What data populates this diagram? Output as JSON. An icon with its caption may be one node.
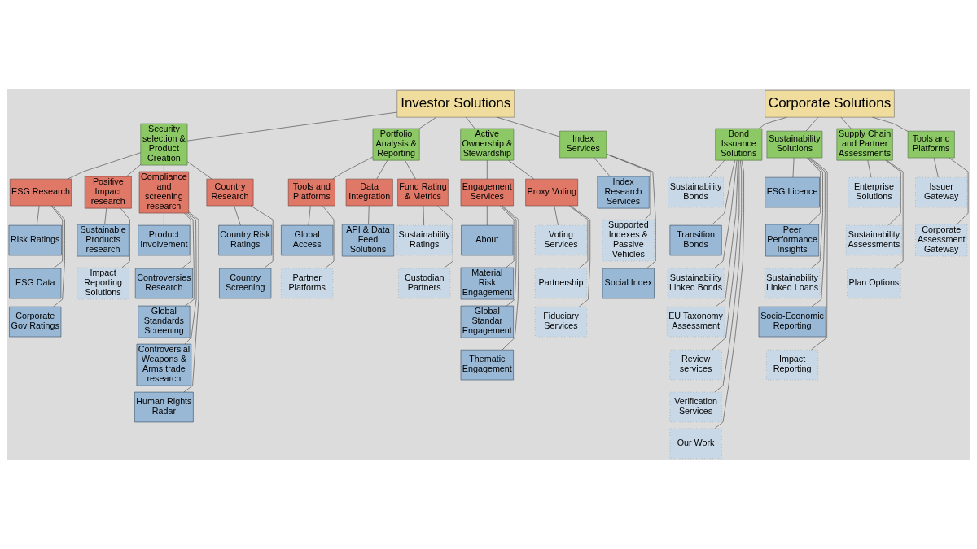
{
  "diagram": {
    "nodes": [
      {
        "text": [
          "Investor Solutions"
        ]
      },
      {
        "text": [
          "Security selection & Product Creation"
        ]
      },
      {
        "text": [
          "ESG Research"
        ]
      },
      {
        "text": [
          "Risk Ratings"
        ]
      },
      {
        "text": [
          "ESG Data"
        ]
      },
      {
        "text": [
          "Corporate Gov Ratings"
        ]
      },
      {
        "text": [
          "Positive Impact research"
        ]
      },
      {
        "text": [
          "Sustainable Products research"
        ]
      },
      {
        "text": [
          "Impact Reporting Solutions"
        ]
      },
      {
        "text": [
          "Compliance and screening research"
        ]
      },
      {
        "text": [
          "Product Involvement"
        ]
      },
      {
        "text": [
          "Controversies Research"
        ]
      },
      {
        "text": [
          "Global Standards Screening"
        ]
      },
      {
        "text": [
          "Controversial Weapons & Arms trade research"
        ]
      },
      {
        "text": [
          "Human Rights Radar"
        ]
      },
      {
        "text": [
          "Country Research"
        ]
      },
      {
        "text": [
          "Country Risk Ratings"
        ]
      },
      {
        "text": [
          "Country Screening"
        ]
      },
      {
        "text": [
          "Portfolio Analysis & Reporting"
        ]
      },
      {
        "text": [
          "Tools and Platforms"
        ]
      },
      {
        "text": [
          "Global Access"
        ]
      },
      {
        "text": [
          "Partner Platforms"
        ]
      },
      {
        "text": [
          "Data Integration"
        ]
      },
      {
        "text": [
          "API & Data Feed Solutions"
        ]
      },
      {
        "text": [
          "Fund Rating & Metrics"
        ]
      },
      {
        "text": [
          "Sustainability Ratings"
        ]
      },
      {
        "text": [
          "Custodian Partners"
        ]
      },
      {
        "text": [
          "Active Ownership & Stewardship"
        ]
      },
      {
        "text": [
          "Engagement Services"
        ]
      },
      {
        "text": [
          "About"
        ]
      },
      {
        "text": [
          "Material Risk Engagement"
        ]
      },
      {
        "text": [
          "Global Standar Engagement"
        ]
      },
      {
        "text": [
          "Thematic Engagement"
        ]
      },
      {
        "text": [
          "Proxy Voting"
        ]
      },
      {
        "text": [
          "Voting Services"
        ]
      },
      {
        "text": [
          "Partnership"
        ]
      },
      {
        "text": [
          "Fiduciary Services"
        ]
      },
      {
        "text": [
          "Index Services"
        ]
      },
      {
        "text": [
          "Index Research Services"
        ]
      },
      {
        "text": [
          "Supported Indexes & Passive Vehicles"
        ]
      },
      {
        "text": [
          "Social Index"
        ]
      },
      {
        "text": [
          "Corporate Solutions"
        ]
      },
      {
        "text": [
          "Bond Issuance Solutions"
        ]
      },
      {
        "text": [
          "Sustainability Bonds"
        ]
      },
      {
        "text": [
          "Transition Bonds"
        ]
      },
      {
        "text": [
          "Sustainability Linked Bonds"
        ]
      },
      {
        "text": [
          "EU Taxonomy Assessment"
        ]
      },
      {
        "text": [
          "Review services"
        ]
      },
      {
        "text": [
          "Verification Services"
        ]
      },
      {
        "text": [
          "Our Work"
        ]
      },
      {
        "text": [
          "Sustainability Solutions"
        ]
      },
      {
        "text": [
          "ESG Licence"
        ]
      },
      {
        "text": [
          "Peer Performance Insights"
        ]
      },
      {
        "text": [
          "Sustainability Linked Loans"
        ]
      },
      {
        "text": [
          "Socio-Economic Reporting"
        ]
      },
      {
        "text": [
          "Impact Reporting"
        ]
      },
      {
        "text": [
          "Supply Chain and Partner Assessments"
        ]
      },
      {
        "text": [
          "Enterprise Solutions"
        ]
      },
      {
        "text": [
          "Sustainability Assessments"
        ]
      },
      {
        "text": [
          "Plan Options"
        ]
      },
      {
        "text": [
          "Tools and Platforms"
        ]
      },
      {
        "text": [
          "Issuer Gateway"
        ]
      },
      {
        "text": [
          "Corporate Assessment Gateway"
        ]
      }
    ],
    "edges": [
      {
        "from": 0,
        "to": 1,
        "arrow": "none"
      },
      {
        "from": 1,
        "to": 2,
        "arrow": "none"
      },
      {
        "from": 2,
        "to": 3,
        "arrow": "none"
      },
      {
        "from": 2,
        "to": 4,
        "arrow": "none"
      },
      {
        "from": 2,
        "to": 5,
        "arrow": "none"
      },
      {
        "from": 1,
        "to": 6,
        "arrow": "none"
      },
      {
        "from": 6,
        "to": 7,
        "arrow": "none"
      },
      {
        "from": 6,
        "to": 8,
        "arrow": "none"
      },
      {
        "from": 1,
        "to": 9,
        "arrow": "none"
      },
      {
        "from": 9,
        "to": 10,
        "arrow": "none"
      },
      {
        "from": 9,
        "to": 11,
        "arrow": "none"
      },
      {
        "from": 9,
        "to": 12,
        "arrow": "none"
      },
      {
        "from": 9,
        "to": 13,
        "arrow": "none"
      },
      {
        "from": 9,
        "to": 14,
        "arrow": "none"
      },
      {
        "from": 1,
        "to": 15,
        "arrow": "none"
      },
      {
        "from": 15,
        "to": 16,
        "arrow": "none"
      },
      {
        "from": 15,
        "to": 17,
        "arrow": "none"
      },
      {
        "from": 0,
        "to": 18,
        "arrow": "none"
      },
      {
        "from": 18,
        "to": 19,
        "arrow": "none"
      },
      {
        "from": 19,
        "to": 20,
        "arrow": "none"
      },
      {
        "from": 19,
        "to": 21,
        "arrow": "none"
      },
      {
        "from": 18,
        "to": 22,
        "arrow": "none"
      },
      {
        "from": 22,
        "to": 23,
        "arrow": "none"
      },
      {
        "from": 18,
        "to": 24,
        "arrow": "none"
      },
      {
        "from": 24,
        "to": 25,
        "arrow": "none"
      },
      {
        "from": 24,
        "to": 26,
        "arrow": "none"
      },
      {
        "from": 0,
        "to": 27,
        "arrow": "none"
      },
      {
        "from": 27,
        "to": 28,
        "arrow": "none"
      },
      {
        "from": 28,
        "to": 29,
        "arrow": "none"
      },
      {
        "from": 28,
        "to": 30,
        "arrow": "none"
      },
      {
        "from": 28,
        "to": 31,
        "arrow": "none"
      },
      {
        "from": 28,
        "to": 32,
        "arrow": "none"
      },
      {
        "from": 27,
        "to": 33,
        "arrow": "none"
      },
      {
        "from": 33,
        "to": 34,
        "arrow": "none"
      },
      {
        "from": 33,
        "to": 35,
        "arrow": "none"
      },
      {
        "from": 33,
        "to": 36,
        "arrow": "none"
      },
      {
        "from": 0,
        "to": 37,
        "arrow": "none"
      },
      {
        "from": 37,
        "to": 38,
        "arrow": "none"
      },
      {
        "from": 37,
        "to": 39,
        "arrow": "none"
      },
      {
        "from": 37,
        "to": 40,
        "arrow": "none"
      },
      {
        "from": 41,
        "to": 42,
        "arrow": "none"
      },
      {
        "from": 42,
        "to": 43,
        "arrow": "none"
      },
      {
        "from": 42,
        "to": 44,
        "arrow": "none"
      },
      {
        "from": 42,
        "to": 45,
        "arrow": "none"
      },
      {
        "from": 42,
        "to": 46,
        "arrow": "none"
      },
      {
        "from": 42,
        "to": 47,
        "arrow": "none"
      },
      {
        "from": 42,
        "to": 48,
        "arrow": "none"
      },
      {
        "from": 42,
        "to": 49,
        "arrow": "none"
      },
      {
        "from": 41,
        "to": 50,
        "arrow": "none"
      },
      {
        "from": 50,
        "to": 51,
        "arrow": "none"
      },
      {
        "from": 50,
        "to": 52,
        "arrow": "none"
      },
      {
        "from": 50,
        "to": 53,
        "arrow": "none"
      },
      {
        "from": 50,
        "to": 54,
        "arrow": "none"
      },
      {
        "from": 50,
        "to": 55,
        "arrow": "none"
      },
      {
        "from": 41,
        "to": 56,
        "arrow": "none"
      },
      {
        "from": 56,
        "to": 57,
        "arrow": "none"
      },
      {
        "from": 56,
        "to": 58,
        "arrow": "none"
      },
      {
        "from": 56,
        "to": 59,
        "arrow": "none"
      },
      {
        "from": 41,
        "to": 60,
        "arrow": "none"
      },
      {
        "from": 60,
        "to": 61,
        "arrow": "none"
      },
      {
        "from": 60,
        "to": 62,
        "arrow": "none"
      }
    ]
  }
}
